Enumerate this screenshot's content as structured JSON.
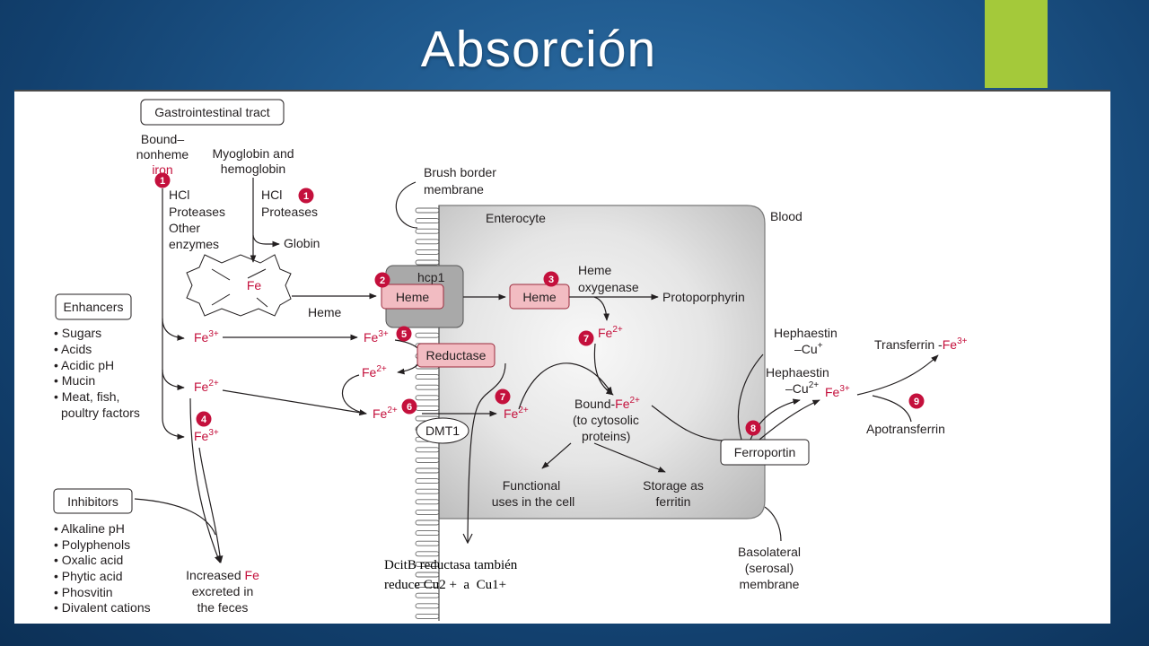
{
  "slide": {
    "title": "Absorción"
  },
  "colors": {
    "accent_green": "#a4c93a",
    "iron_red": "#c4103c",
    "heme_pink": "#f2bcc2",
    "hcp1_gray": "#a9a9a9",
    "title_text": "#ffffff"
  },
  "diagram": {
    "gi_tract": "Gastrointestinal tract",
    "bound_nonheme_iron": [
      "Bound–",
      "nonheme",
      "iron"
    ],
    "myoglobin_hemoglobin": [
      "Myoglobin and",
      "hemoglobin"
    ],
    "enzymes_nonheme": [
      "HCl",
      "Proteases",
      "Other",
      "enzymes"
    ],
    "enzymes_heme": [
      "HCl",
      "Proteases"
    ],
    "globin": "Globin",
    "heme_ring_fe": "Fe",
    "heme_ring_label": "Heme",
    "brush_border": [
      "Brush border",
      "membrane"
    ],
    "enterocyte": "Enterocyte",
    "blood": "Blood",
    "hcp1": "hcp1",
    "heme_transport_box": "Heme",
    "heme_cytosol_box": "Heme",
    "heme_oxygenase": [
      "Heme",
      "oxygenase"
    ],
    "protoporphyrin": "Protoporphyrin",
    "enhancers": {
      "title": "Enhancers",
      "items": [
        "• Sugars",
        "• Acids",
        "• Acidic pH",
        "• Mucin",
        "• Meat, fish,",
        "poultry factors"
      ]
    },
    "inhibitors": {
      "title": "Inhibitors",
      "items": [
        "• Alkaline pH",
        "• Polyphenols",
        "• Oxalic acid",
        "• Phytic acid",
        "• Phosvitin",
        "• Divalent cations"
      ]
    },
    "ions": {
      "lumen_fe3": {
        "symbol": "Fe",
        "charge": "3+"
      },
      "lumen_fe2": {
        "symbol": "Fe",
        "charge": "2+"
      },
      "lumen_fe3_lower": {
        "symbol": "Fe",
        "charge": "3+"
      },
      "surface_fe3": {
        "symbol": "Fe",
        "charge": "3+"
      },
      "surface_fe2_reduced": {
        "symbol": "Fe",
        "charge": "2+"
      },
      "surface_fe2_dmt1": {
        "symbol": "Fe",
        "charge": "2+"
      },
      "cytosol_fe2": {
        "symbol": "Fe",
        "charge": "2+"
      },
      "heme_derived_fe2": {
        "symbol": "Fe",
        "charge": "2+"
      },
      "basolateral_fe3": {
        "symbol": "Fe",
        "charge": "3+"
      }
    },
    "reductase": "Reductase",
    "dmt1": "DMT1",
    "bound_fe": {
      "prefix": "Bound-",
      "symbol": "Fe",
      "charge": "2+",
      "lines": [
        "(to cytosolic",
        "proteins)"
      ]
    },
    "functional_uses": [
      "Functional",
      "uses in the cell"
    ],
    "storage": [
      "Storage as",
      "ferritin"
    ],
    "excreted": {
      "prefix": "Increased ",
      "symbol": "Fe",
      "lines": [
        "excreted in",
        "the feces"
      ]
    },
    "ferroportin": "Ferroportin",
    "hephaestin_cu1": {
      "name": "Hephaestin",
      "metal": "–Cu",
      "charge": "+"
    },
    "hephaestin_cu2": {
      "name": "Hephaestin",
      "metal": "–Cu",
      "charge": "2+"
    },
    "transferrin": {
      "prefix": "Transferrin -",
      "symbol": "Fe",
      "charge": "3+"
    },
    "apotransferrin": "Apotransferrin",
    "basolateral": [
      "Basolateral",
      "(serosal)",
      "membrane"
    ],
    "step_markers": {
      "s1_nonheme": "1",
      "s1_heme": "1",
      "s2": "2",
      "s3": "3",
      "s4": "4",
      "s5": "5",
      "s6": "6",
      "s7_heme": "7",
      "s7_dmt1": "7",
      "s8": "8",
      "s9": "9"
    }
  },
  "annotation": [
    "DcitB reductasa también",
    "reduce Cu2 +  a  Cu1+"
  ]
}
